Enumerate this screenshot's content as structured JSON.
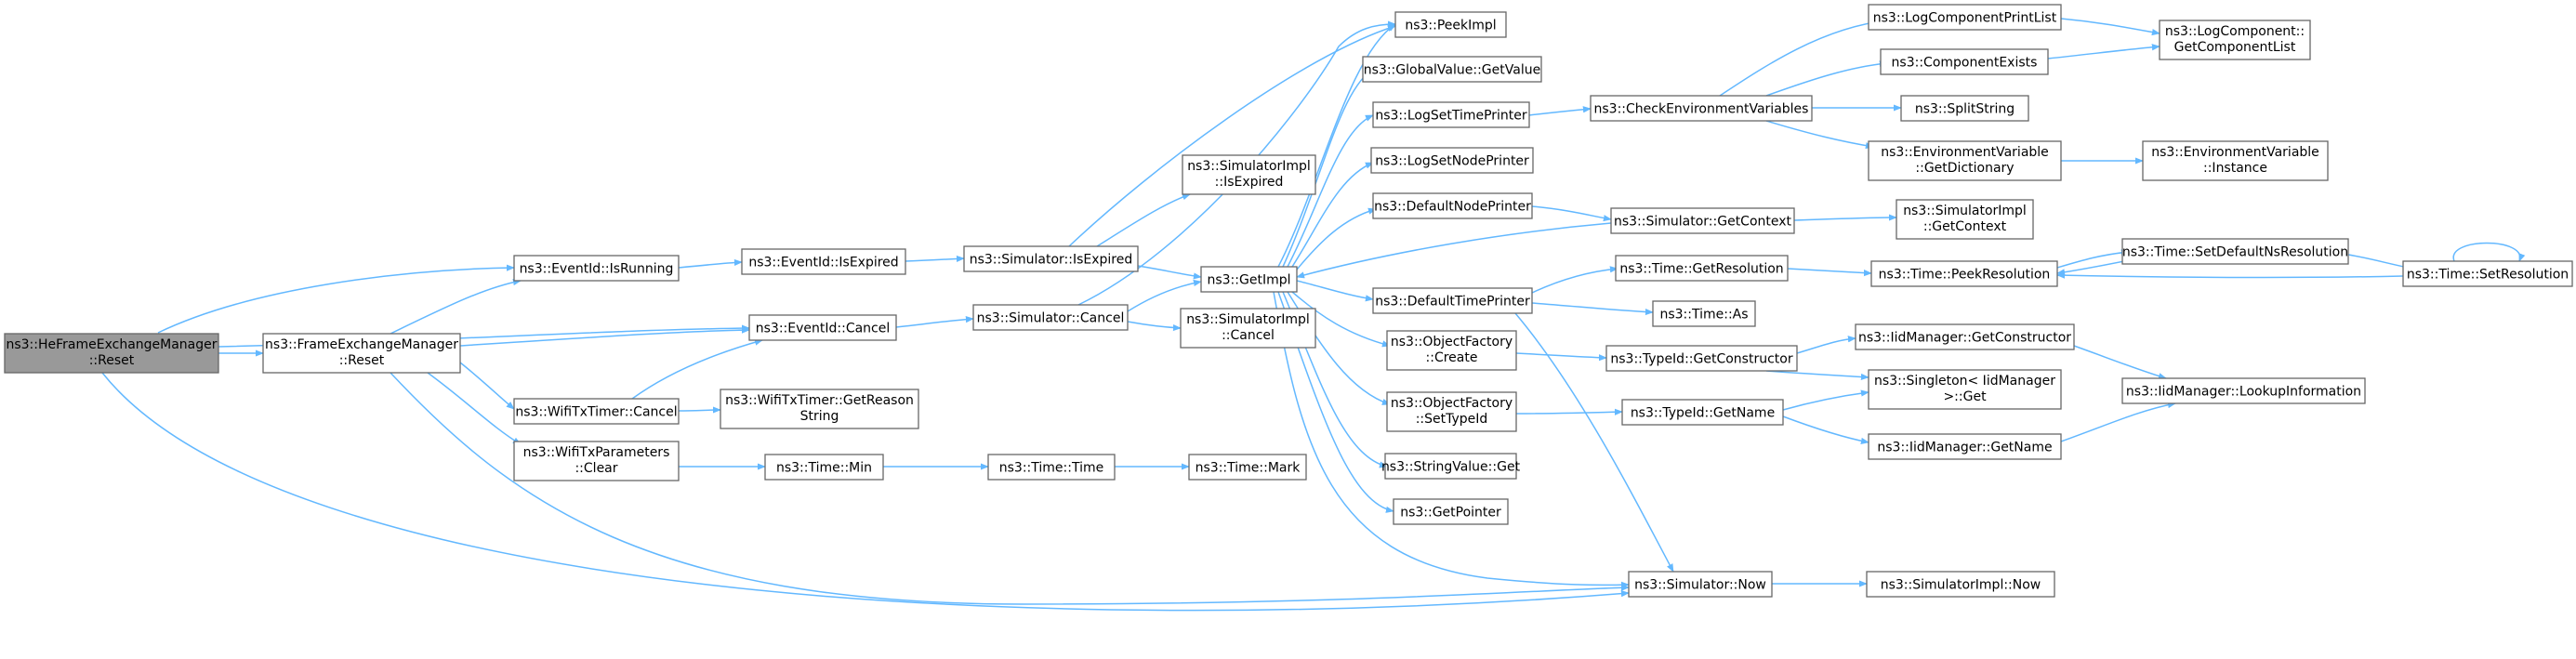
{
  "colors": {
    "edge": "#63b8ff",
    "node_border": "#666666",
    "root_fill": "#999999",
    "node_fill": "#ffffff"
  },
  "nodes": [
    {
      "id": "root",
      "lines": [
        "ns3::HeFrameExchangeManager",
        "::Reset"
      ],
      "root": true
    },
    {
      "id": "fem_reset",
      "lines": [
        "ns3::FrameExchangeManager",
        "::Reset"
      ]
    },
    {
      "id": "eid_isrunning",
      "lines": [
        "ns3::EventId::IsRunning"
      ]
    },
    {
      "id": "eid_cancel",
      "lines": [
        "ns3::EventId::Cancel"
      ]
    },
    {
      "id": "wtt_cancel",
      "lines": [
        "ns3::WifiTxTimer::Cancel"
      ]
    },
    {
      "id": "wtp_clear",
      "lines": [
        "ns3::WifiTxParameters",
        "::Clear"
      ]
    },
    {
      "id": "eid_isexpired",
      "lines": [
        "ns3::EventId::IsExpired"
      ]
    },
    {
      "id": "wtt_getreason",
      "lines": [
        "ns3::WifiTxTimer::GetReason",
        "String"
      ]
    },
    {
      "id": "time_min",
      "lines": [
        "ns3::Time::Min"
      ]
    },
    {
      "id": "sim_isexpired",
      "lines": [
        "ns3::Simulator::IsExpired"
      ]
    },
    {
      "id": "sim_cancel",
      "lines": [
        "ns3::Simulator::Cancel"
      ]
    },
    {
      "id": "time_time",
      "lines": [
        "ns3::Time::Time"
      ]
    },
    {
      "id": "simimpl_isexpired",
      "lines": [
        "ns3::SimulatorImpl",
        "::IsExpired"
      ]
    },
    {
      "id": "getimpl",
      "lines": [
        "ns3::GetImpl"
      ]
    },
    {
      "id": "simimpl_cancel",
      "lines": [
        "ns3::SimulatorImpl",
        "::Cancel"
      ]
    },
    {
      "id": "time_mark",
      "lines": [
        "ns3::Time::Mark"
      ]
    },
    {
      "id": "peekimpl",
      "lines": [
        "ns3::PeekImpl"
      ]
    },
    {
      "id": "gv_getvalue",
      "lines": [
        "ns3::GlobalValue::GetValue"
      ]
    },
    {
      "id": "logsettimeprinter",
      "lines": [
        "ns3::LogSetTimePrinter"
      ]
    },
    {
      "id": "logsetnodeprinter",
      "lines": [
        "ns3::LogSetNodePrinter"
      ]
    },
    {
      "id": "defaultnodeprinter",
      "lines": [
        "ns3::DefaultNodePrinter"
      ]
    },
    {
      "id": "defaulttimeprinter",
      "lines": [
        "ns3::DefaultTimePrinter"
      ]
    },
    {
      "id": "of_create",
      "lines": [
        "ns3::ObjectFactory",
        "::Create"
      ]
    },
    {
      "id": "of_settypeid",
      "lines": [
        "ns3::ObjectFactory",
        "::SetTypeId"
      ]
    },
    {
      "id": "sv_get",
      "lines": [
        "ns3::StringValue::Get"
      ]
    },
    {
      "id": "getpointer",
      "lines": [
        "ns3::GetPointer"
      ]
    },
    {
      "id": "sim_now",
      "lines": [
        "ns3::Simulator::Now"
      ]
    },
    {
      "id": "checkenv",
      "lines": [
        "ns3::CheckEnvironmentVariables"
      ]
    },
    {
      "id": "sim_getcontext",
      "lines": [
        "ns3::Simulator::GetContext"
      ]
    },
    {
      "id": "time_getres",
      "lines": [
        "ns3::Time::GetResolution"
      ]
    },
    {
      "id": "time_as",
      "lines": [
        "ns3::Time::As"
      ]
    },
    {
      "id": "tid_getconstructor",
      "lines": [
        "ns3::TypeId::GetConstructor"
      ]
    },
    {
      "id": "tid_getname",
      "lines": [
        "ns3::TypeId::GetName"
      ]
    },
    {
      "id": "simimpl_now",
      "lines": [
        "ns3::SimulatorImpl::Now"
      ]
    },
    {
      "id": "logcomponentprintlist",
      "lines": [
        "ns3::LogComponentPrintList"
      ]
    },
    {
      "id": "componentexists",
      "lines": [
        "ns3::ComponentExists"
      ]
    },
    {
      "id": "splitstring",
      "lines": [
        "ns3::SplitString"
      ]
    },
    {
      "id": "envvar_getdict",
      "lines": [
        "ns3::EnvironmentVariable",
        "::GetDictionary"
      ]
    },
    {
      "id": "simimpl_getcontext",
      "lines": [
        "ns3::SimulatorImpl",
        "::GetContext"
      ]
    },
    {
      "id": "time_peekres",
      "lines": [
        "ns3::Time::PeekResolution"
      ]
    },
    {
      "id": "iid_getconstructor",
      "lines": [
        "ns3::IidManager::GetConstructor"
      ]
    },
    {
      "id": "singleton_get",
      "lines": [
        "ns3::Singleton< IidManager",
        " >::Get"
      ]
    },
    {
      "id": "iid_getname",
      "lines": [
        "ns3::IidManager::GetName"
      ]
    },
    {
      "id": "logcomponent_getlist",
      "lines": [
        "ns3::LogComponent::",
        "GetComponentList"
      ]
    },
    {
      "id": "envvar_instance",
      "lines": [
        "ns3::EnvironmentVariable",
        "::Instance"
      ]
    },
    {
      "id": "time_setdefaultnsres",
      "lines": [
        "ns3::Time::SetDefaultNsResolution"
      ]
    },
    {
      "id": "iid_lookupinfo",
      "lines": [
        "ns3::IidManager::LookupInformation"
      ]
    },
    {
      "id": "time_setres",
      "lines": [
        "ns3::Time::SetResolution"
      ]
    }
  ]
}
